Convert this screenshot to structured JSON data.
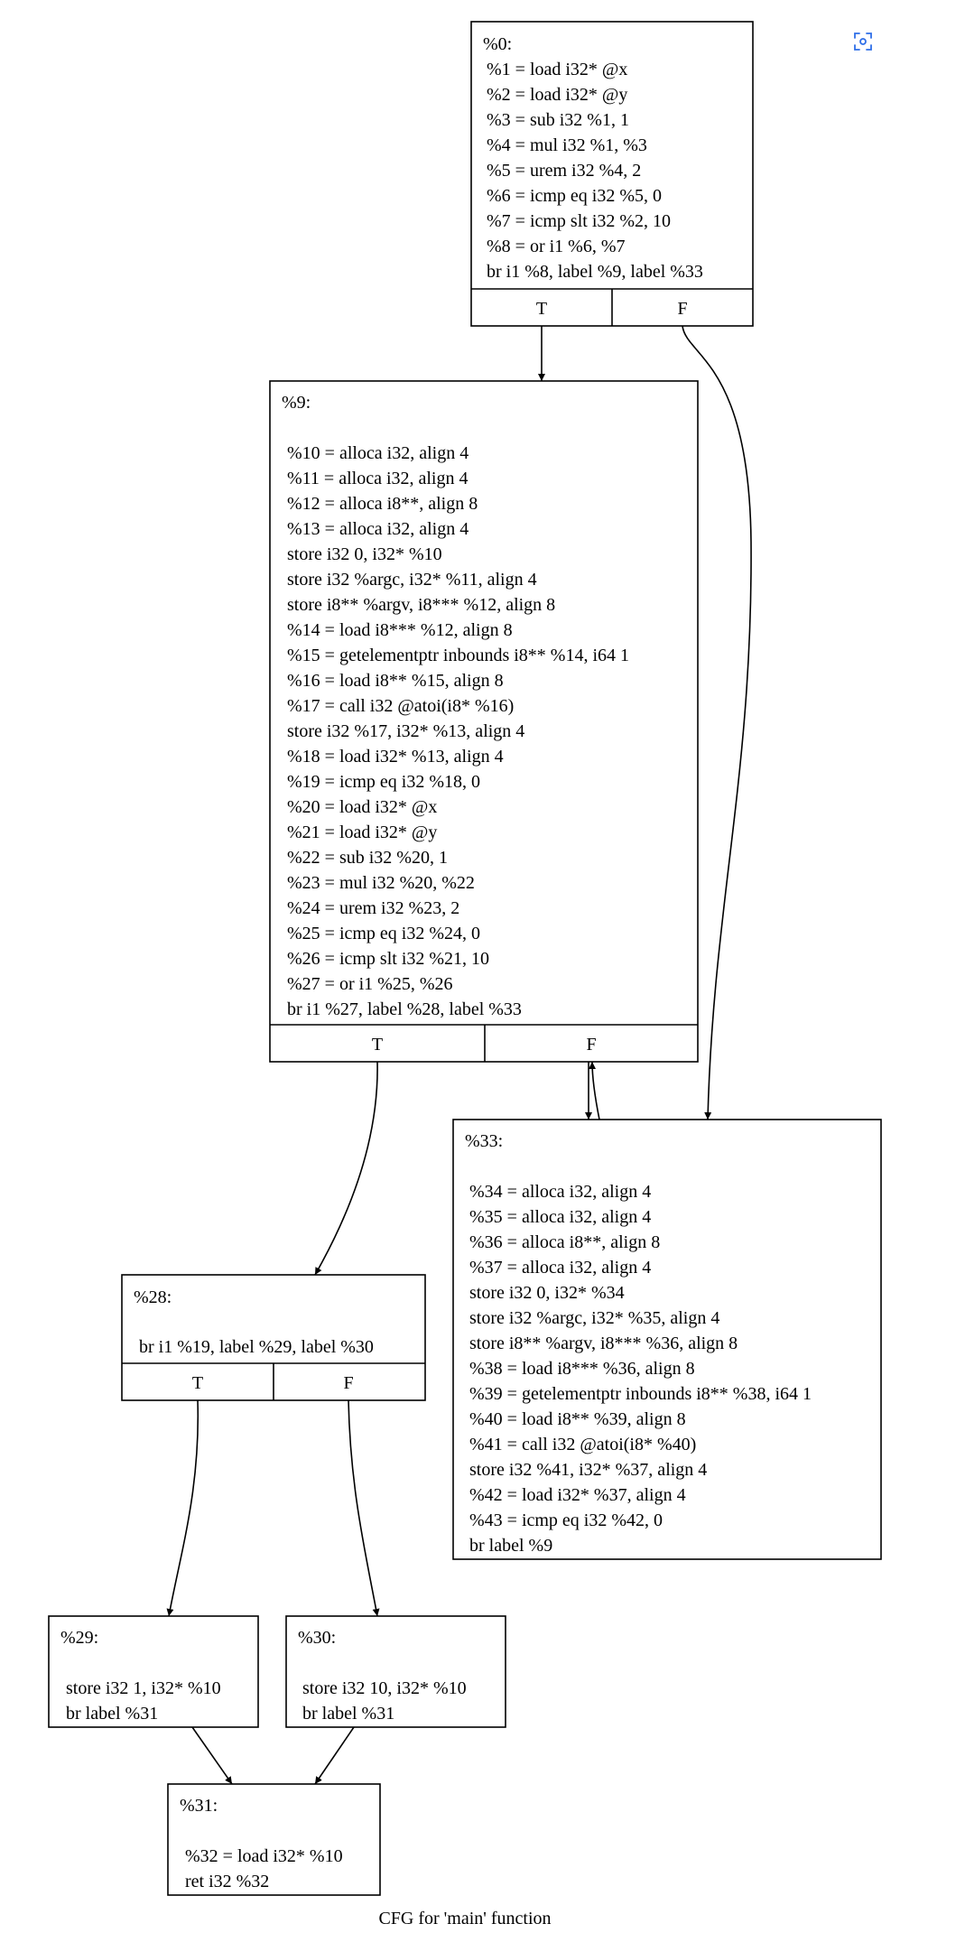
{
  "caption": "CFG for 'main' function",
  "toolbar": {
    "icon": "screenshot-focus-icon"
  },
  "nodes": {
    "n0": {
      "lines": [
        "%0:",
        "%1 = load i32* @x",
        "%2 = load i32* @y",
        "%3 = sub i32 %1, 1",
        "%4 = mul i32 %1, %3",
        "%5 = urem i32 %4, 2",
        "%6 = icmp eq i32 %5, 0",
        "%7 = icmp slt i32 %2, 10",
        "%8 = or i1 %6, %7",
        "br i1 %8, label %9, label %33"
      ],
      "ports": [
        "T",
        "F"
      ]
    },
    "n9": {
      "lines": [
        "%9:",
        "",
        "%10 = alloca i32, align 4",
        "%11 = alloca i32, align 4",
        "%12 = alloca i8**, align 8",
        "%13 = alloca i32, align 4",
        "store i32 0, i32* %10",
        "store i32 %argc, i32* %11, align 4",
        "store i8** %argv, i8*** %12, align 8",
        "%14 = load i8*** %12, align 8",
        "%15 = getelementptr inbounds i8** %14, i64 1",
        "%16 = load i8** %15, align 8",
        "%17 = call i32 @atoi(i8* %16)",
        "store i32 %17, i32* %13, align 4",
        "%18 = load i32* %13, align 4",
        "%19 = icmp eq i32 %18, 0",
        "%20 = load i32* @x",
        "%21 = load i32* @y",
        "%22 = sub i32 %20, 1",
        "%23 = mul i32 %20, %22",
        "%24 = urem i32 %23, 2",
        "%25 = icmp eq i32 %24, 0",
        "%26 = icmp slt i32 %21, 10",
        "%27 = or i1 %25, %26",
        "br i1 %27, label %28, label %33"
      ],
      "ports": [
        "T",
        "F"
      ]
    },
    "n33": {
      "lines": [
        "%33:",
        "",
        "%34 = alloca i32, align 4",
        "%35 = alloca i32, align 4",
        "%36 = alloca i8**, align 8",
        "%37 = alloca i32, align 4",
        "store i32 0, i32* %34",
        "store i32 %argc, i32* %35, align 4",
        "store i8** %argv, i8*** %36, align 8",
        "%38 = load i8*** %36, align 8",
        "%39 = getelementptr inbounds i8** %38, i64 1",
        "%40 = load i8** %39, align 8",
        "%41 = call i32 @atoi(i8* %40)",
        "store i32 %41, i32* %37, align 4",
        "%42 = load i32* %37, align 4",
        "%43 = icmp eq i32 %42, 0",
        "br label %9"
      ],
      "ports": []
    },
    "n28": {
      "lines": [
        "%28:",
        "",
        "br i1 %19, label %29, label %30"
      ],
      "ports": [
        "T",
        "F"
      ]
    },
    "n29": {
      "lines": [
        "%29:",
        "",
        "store i32 1, i32* %10",
        "br label %31"
      ],
      "ports": []
    },
    "n30": {
      "lines": [
        "%30:",
        "",
        "store i32 10, i32* %10",
        "br label %31"
      ],
      "ports": []
    },
    "n31": {
      "lines": [
        "%31:",
        "",
        "%32 = load i32* %10",
        "ret i32 %32"
      ],
      "ports": []
    }
  }
}
